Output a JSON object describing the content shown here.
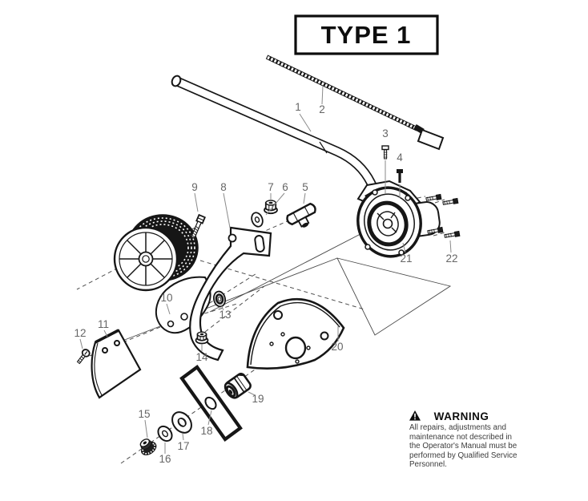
{
  "title": "TYPE 1",
  "warning": {
    "icon": "warning-triangle-icon",
    "heading": "WARNING",
    "lines": [
      "All repairs, adjustments and",
      "maintenance not described in",
      "the Operator's Manual must be",
      "performed by Qualified Service",
      "Personnel."
    ]
  },
  "part_numbers": [
    "1",
    "2",
    "3",
    "4",
    "5",
    "6",
    "7",
    "8",
    "9",
    "10",
    "11",
    "12",
    "13",
    "14",
    "15",
    "16",
    "17",
    "18",
    "19",
    "20",
    "21",
    "22"
  ],
  "colors": {
    "line_art": "#161616",
    "label_text": "#666666",
    "background": "#ffffff"
  }
}
